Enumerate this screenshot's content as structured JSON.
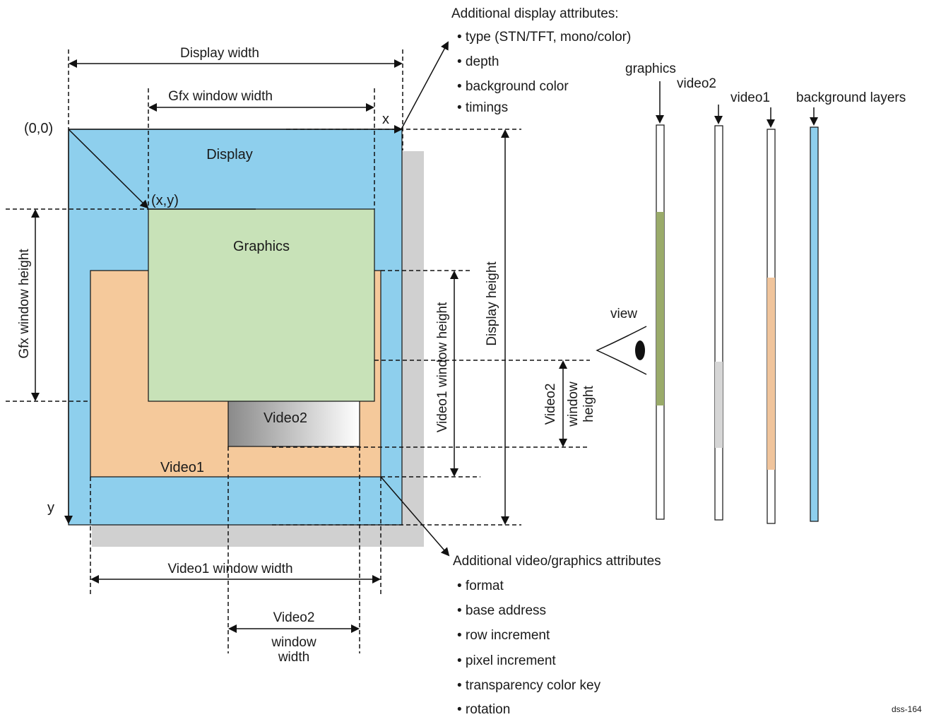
{
  "colors": {
    "display": "#8ecfed",
    "shadow": "#d0d0d0",
    "video1": "#f5c99b",
    "graphics": "#c8e2b8",
    "graphics_layer": "#9aab6a",
    "video2_layer": "#d6d6d6",
    "video1_layer": "#f0c49c",
    "background_layer": "#8ecfed",
    "video2_gradient_start": "#8a8a8a",
    "video2_gradient_end": "#ffffff"
  },
  "regions": {
    "display": "Display",
    "graphics": "Graphics",
    "video1": "Video1",
    "video2": "Video2"
  },
  "coords": {
    "origin": "(0,0)",
    "xy": "(x,y)",
    "x_axis": "x",
    "y_axis": "y"
  },
  "dimensions": {
    "display_width": "Display width",
    "gfx_window_width": "Gfx window width",
    "gfx_window_height": "Gfx window height",
    "display_height": "Display height",
    "video1_window_height": "Video1 window height",
    "video2_window_height": [
      "Video2",
      "window",
      "height"
    ],
    "video1_window_width": "Video1 window width",
    "video2_window_width": [
      "Video2",
      "window",
      "width"
    ]
  },
  "display_attributes": {
    "heading": "Additional display attributes:",
    "items": [
      "• type (STN/TFT, mono/color)",
      "• depth",
      "• background color",
      "• timings"
    ]
  },
  "video_graphics_attributes": {
    "heading": "Additional video/graphics attributes",
    "items": [
      "• format",
      "• base address",
      "• row increment",
      "• pixel increment",
      "• transparency color key",
      "• rotation"
    ]
  },
  "layers": {
    "graphics": "graphics",
    "video2": "video2",
    "video1": "video1",
    "background": "background layers",
    "view": "view"
  },
  "figure_id": "dss-164"
}
